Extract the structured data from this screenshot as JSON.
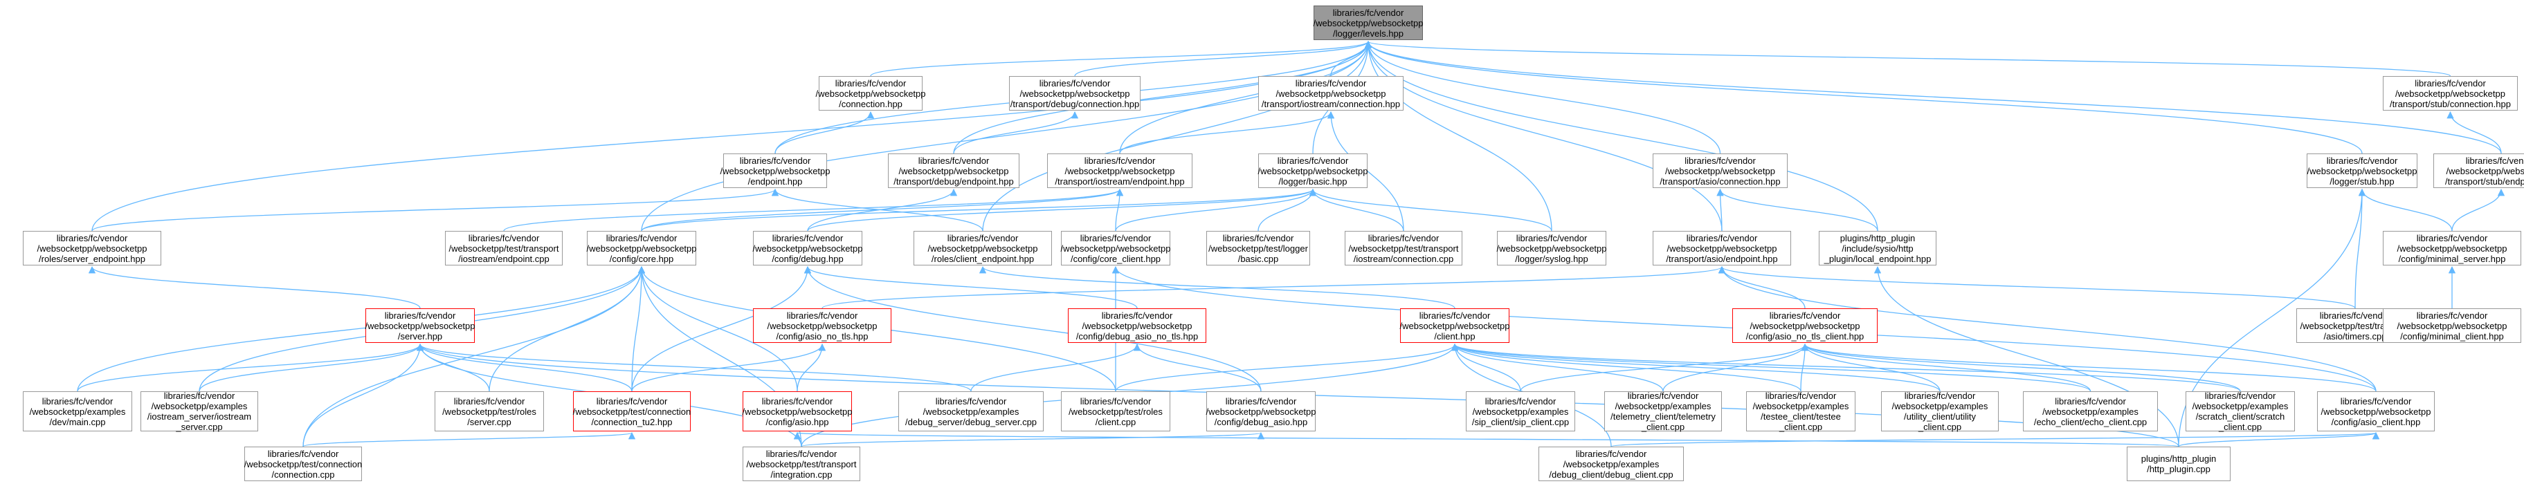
{
  "graph": {
    "edge_color": "#63b8ff",
    "node_fill": "#ffffff",
    "node_border": "#999999",
    "root_fill": "#999999",
    "highlight_border": "#ff0000",
    "nodes": [
      {
        "id": "root",
        "label": "libraries/fc/vendor\n/websocketpp/websocketpp\n/logger/levels.hpp",
        "style": "root"
      },
      {
        "id": "n_connection",
        "label": "libraries/fc/vendor\n/websocketpp/websocketpp\n/connection.hpp",
        "style": "normal"
      },
      {
        "id": "n_tdbgconn",
        "label": "libraries/fc/vendor\n/websocketpp/websocketpp\n/transport/debug/connection.hpp",
        "style": "normal"
      },
      {
        "id": "n_tiosconn",
        "label": "libraries/fc/vendor\n/websocketpp/websocketpp\n/transport/iostream/connection.hpp",
        "style": "normal"
      },
      {
        "id": "n_tstubconn",
        "label": "libraries/fc/vendor\n/websocketpp/websocketpp\n/transport/stub/connection.hpp",
        "style": "normal"
      },
      {
        "id": "n_endpoint",
        "label": "libraries/fc/vendor\n/websocketpp/websocketpp\n/endpoint.hpp",
        "style": "normal"
      },
      {
        "id": "n_tdbgend",
        "label": "libraries/fc/vendor\n/websocketpp/websocketpp\n/transport/debug/endpoint.hpp",
        "style": "normal"
      },
      {
        "id": "n_tiosend",
        "label": "libraries/fc/vendor\n/websocketpp/websocketpp\n/transport/iostream/endpoint.hpp",
        "style": "normal"
      },
      {
        "id": "n_logbasic",
        "label": "libraries/fc/vendor\n/websocketpp/websocketpp\n/logger/basic.hpp",
        "style": "normal"
      },
      {
        "id": "n_tasioconn",
        "label": "libraries/fc/vendor\n/websocketpp/websocketpp\n/transport/asio/connection.hpp",
        "style": "normal"
      },
      {
        "id": "n_logstub",
        "label": "libraries/fc/vendor\n/websocketpp/websocketpp\n/logger/stub.hpp",
        "style": "normal"
      },
      {
        "id": "n_tstubend",
        "label": "libraries/fc/vendor\n/websocketpp/websocketpp\n/transport/stub/endpoint.hpp",
        "style": "normal"
      },
      {
        "id": "n_serverend",
        "label": "libraries/fc/vendor\n/websocketpp/websocketpp\n/roles/server_endpoint.hpp",
        "style": "normal"
      },
      {
        "id": "n_testtiosend",
        "label": "libraries/fc/vendor\n/websocketpp/test/transport\n/iostream/endpoint.cpp",
        "style": "normal"
      },
      {
        "id": "n_cfgcore",
        "label": "libraries/fc/vendor\n/websocketpp/websocketpp\n/config/core.hpp",
        "style": "normal"
      },
      {
        "id": "n_cfgdebug",
        "label": "libraries/fc/vendor\n/websocketpp/websocketpp\n/config/debug.hpp",
        "style": "normal"
      },
      {
        "id": "n_clientend",
        "label": "libraries/fc/vendor\n/websocketpp/websocketpp\n/roles/client_endpoint.hpp",
        "style": "normal"
      },
      {
        "id": "n_cfgcoreclient",
        "label": "libraries/fc/vendor\n/websocketpp/websocketpp\n/config/core_client.hpp",
        "style": "normal"
      },
      {
        "id": "n_testlogbasic",
        "label": "libraries/fc/vendor\n/websocketpp/test/logger\n/basic.cpp",
        "style": "normal"
      },
      {
        "id": "n_testtiosconn",
        "label": "libraries/fc/vendor\n/websocketpp/test/transport\n/iostream/connection.cpp",
        "style": "normal"
      },
      {
        "id": "n_logsyslog",
        "label": "libraries/fc/vendor\n/websocketpp/websocketpp\n/logger/syslog.hpp",
        "style": "normal"
      },
      {
        "id": "n_tasioend",
        "label": "libraries/fc/vendor\n/websocketpp/websocketpp\n/transport/asio/endpoint.hpp",
        "style": "normal"
      },
      {
        "id": "n_httpplugin",
        "label": "plugins/http_plugin\n/include/sysio/http\n_plugin/local_endpoint.hpp",
        "style": "normal"
      },
      {
        "id": "n_cfgminserver",
        "label": "libraries/fc/vendor\n/websocketpp/websocketpp\n/config/minimal_server.hpp",
        "style": "normal"
      },
      {
        "id": "n_server",
        "label": "libraries/fc/vendor\n/websocketpp/websocketpp\n/server.hpp",
        "style": "red"
      },
      {
        "id": "n_cfgasionotls",
        "label": "libraries/fc/vendor\n/websocketpp/websocketpp\n/config/asio_no_tls.hpp",
        "style": "red"
      },
      {
        "id": "n_cfgdbgasionotls",
        "label": "libraries/fc/vendor\n/websocketpp/websocketpp\n/config/debug_asio_no_tls.hpp",
        "style": "red"
      },
      {
        "id": "n_client",
        "label": "libraries/fc/vendor\n/websocketpp/websocketpp\n/client.hpp",
        "style": "red"
      },
      {
        "id": "n_cfgasionotlsclient",
        "label": "libraries/fc/vendor\n/websocketpp/websocketpp\n/config/asio_no_tls_client.hpp",
        "style": "red"
      },
      {
        "id": "n_testtasiotimers",
        "label": "libraries/fc/vendor\n/websocketpp/test/transport\n/asio/timers.cpp",
        "style": "normal"
      },
      {
        "id": "n_cfgminclient",
        "label": "libraries/fc/vendor\n/websocketpp/websocketpp\n/config/minimal_client.hpp",
        "style": "normal"
      },
      {
        "id": "n_exdevmain",
        "label": "libraries/fc/vendor\n/websocketpp/examples\n/dev/main.cpp",
        "style": "normal"
      },
      {
        "id": "n_exiosserver",
        "label": "libraries/fc/vendor\n/websocketpp/examples\n/iostream_server/iostream\n_server.cpp",
        "style": "normal"
      },
      {
        "id": "n_testrolesserver",
        "label": "libraries/fc/vendor\n/websocketpp/test/roles\n/server.cpp",
        "style": "normal"
      },
      {
        "id": "n_testconntu2",
        "label": "libraries/fc/vendor\n/websocketpp/test/connection\n/connection_tu2.hpp",
        "style": "red"
      },
      {
        "id": "n_cfgasio",
        "label": "libraries/fc/vendor\n/websocketpp/websocketpp\n/config/asio.hpp",
        "style": "red"
      },
      {
        "id": "n_exdbgserver",
        "label": "libraries/fc/vendor\n/websocketpp/examples\n/debug_server/debug_server.cpp",
        "style": "normal"
      },
      {
        "id": "n_testrolesclient",
        "label": "libraries/fc/vendor\n/websocketpp/test/roles\n/client.cpp",
        "style": "normal"
      },
      {
        "id": "n_cfgdbgasio",
        "label": "libraries/fc/vendor\n/websocketpp/websocketpp\n/config/debug_asio.hpp",
        "style": "normal"
      },
      {
        "id": "n_exsipclient",
        "label": "libraries/fc/vendor\n/websocketpp/examples\n/sip_client/sip_client.cpp",
        "style": "normal"
      },
      {
        "id": "n_extelemetry",
        "label": "libraries/fc/vendor\n/websocketpp/examples\n/telemetry_client/telemetry\n_client.cpp",
        "style": "normal"
      },
      {
        "id": "n_extestee",
        "label": "libraries/fc/vendor\n/websocketpp/examples\n/testee_client/testee\n_client.cpp",
        "style": "normal"
      },
      {
        "id": "n_exutility",
        "label": "libraries/fc/vendor\n/websocketpp/examples\n/utility_client/utility\n_client.cpp",
        "style": "normal"
      },
      {
        "id": "n_execho",
        "label": "libraries/fc/vendor\n/websocketpp/examples\n/echo_client/echo_client.cpp",
        "style": "normal"
      },
      {
        "id": "n_exscratch",
        "label": "libraries/fc/vendor\n/websocketpp/examples\n/scratch_client/scratch\n_client.cpp",
        "style": "normal"
      },
      {
        "id": "n_cfgasioclient",
        "label": "libraries/fc/vendor\n/websocketpp/websocketpp\n/config/asio_client.hpp",
        "style": "normal"
      },
      {
        "id": "n_testconnconn",
        "label": "libraries/fc/vendor\n/websocketpp/test/connection\n/connection.cpp",
        "style": "normal"
      },
      {
        "id": "n_testtransinteg",
        "label": "libraries/fc/vendor\n/websocketpp/test/transport\n/integration.cpp",
        "style": "normal"
      },
      {
        "id": "n_exdbgclient",
        "label": "libraries/fc/vendor\n/websocketpp/examples\n/debug_client/debug_client.cpp",
        "style": "normal"
      },
      {
        "id": "n_httppluginCpp",
        "label": "plugins/http_plugin\n/http_plugin.cpp",
        "style": "normal"
      }
    ],
    "edges": [
      [
        "n_connection",
        "root"
      ],
      [
        "n_tdbgconn",
        "root"
      ],
      [
        "n_tiosconn",
        "root"
      ],
      [
        "n_tstubconn",
        "root"
      ],
      [
        "n_endpoint",
        "root"
      ],
      [
        "n_tdbgend",
        "root"
      ],
      [
        "n_tiosend",
        "root"
      ],
      [
        "n_logbasic",
        "root"
      ],
      [
        "n_tasioconn",
        "root"
      ],
      [
        "n_logstub",
        "root"
      ],
      [
        "n_tstubend",
        "root"
      ],
      [
        "n_serverend",
        "root"
      ],
      [
        "n_tasioend",
        "root"
      ],
      [
        "n_httpplugin",
        "root"
      ],
      [
        "n_logsyslog",
        "root"
      ],
      [
        "n_clientend",
        "root"
      ],
      [
        "n_cfgcore",
        "root"
      ],
      [
        "n_endpoint",
        "n_connection"
      ],
      [
        "n_tdbgend",
        "n_tdbgconn"
      ],
      [
        "n_tiosend",
        "n_tiosconn"
      ],
      [
        "n_testtiosconn",
        "n_tiosconn"
      ],
      [
        "n_tstubend",
        "n_tstubconn"
      ],
      [
        "n_serverend",
        "n_endpoint"
      ],
      [
        "n_clientend",
        "n_endpoint"
      ],
      [
        "n_cfgdebug",
        "n_tdbgend"
      ],
      [
        "n_cfgcore",
        "n_tiosend"
      ],
      [
        "n_cfgcoreclient",
        "n_tiosend"
      ],
      [
        "n_testtiosend",
        "n_tiosend"
      ],
      [
        "n_cfgcore",
        "n_logbasic"
      ],
      [
        "n_cfgdebug",
        "n_logbasic"
      ],
      [
        "n_cfgcoreclient",
        "n_logbasic"
      ],
      [
        "n_testlogbasic",
        "n_logbasic"
      ],
      [
        "n_testtiosconn",
        "n_logbasic"
      ],
      [
        "n_logsyslog",
        "n_logbasic"
      ],
      [
        "n_tasioend",
        "n_tasioconn"
      ],
      [
        "n_httpplugin",
        "n_tasioconn"
      ],
      [
        "n_cfgminserver",
        "n_logstub"
      ],
      [
        "n_testtasiotimers",
        "n_logstub"
      ],
      [
        "n_httppluginCpp",
        "n_logstub"
      ],
      [
        "n_cfgminserver",
        "n_tstubend"
      ],
      [
        "n_cfgminclient",
        "n_cfgminserver"
      ],
      [
        "n_server",
        "n_serverend"
      ],
      [
        "n_client",
        "n_clientend"
      ],
      [
        "n_cfgasionotls",
        "n_tasioend"
      ],
      [
        "n_cfgasionotlsclient",
        "n_tasioend"
      ],
      [
        "n_testtasiotimers",
        "n_tasioend"
      ],
      [
        "n_cfgasioclient",
        "n_tasioend"
      ],
      [
        "n_httppluginCpp",
        "n_httpplugin"
      ],
      [
        "n_exdevmain",
        "n_cfgcore"
      ],
      [
        "n_exiosserver",
        "n_cfgcore"
      ],
      [
        "n_testrolesserver",
        "n_cfgcore"
      ],
      [
        "n_testconntu2",
        "n_cfgcore"
      ],
      [
        "n_cfgasio",
        "n_cfgcore"
      ],
      [
        "n_testconnconn",
        "n_cfgcore"
      ],
      [
        "n_testtransinteg",
        "n_cfgcore"
      ],
      [
        "n_testrolesclient",
        "n_cfgcore"
      ],
      [
        "n_cfgdbgasionotls",
        "n_cfgdebug"
      ],
      [
        "n_cfgdbgasio",
        "n_cfgdebug"
      ],
      [
        "n_testconntu2",
        "n_cfgdebug"
      ],
      [
        "n_testrolesclient",
        "n_cfgcoreclient"
      ],
      [
        "n_cfgasioclient",
        "n_cfgcoreclient"
      ],
      [
        "n_exdevmain",
        "n_server"
      ],
      [
        "n_exiosserver",
        "n_server"
      ],
      [
        "n_testrolesserver",
        "n_server"
      ],
      [
        "n_testconntu2",
        "n_server"
      ],
      [
        "n_exdbgserver",
        "n_server"
      ],
      [
        "n_testtransinteg",
        "n_server"
      ],
      [
        "n_testconnconn",
        "n_server"
      ],
      [
        "n_httppluginCpp",
        "n_server"
      ],
      [
        "n_cfgasio",
        "n_cfgasionotls"
      ],
      [
        "n_testconntu2",
        "n_cfgasionotls"
      ],
      [
        "n_exdbgserver",
        "n_cfgdbgasionotls"
      ],
      [
        "n_cfgdbgasio",
        "n_cfgdbgasionotls"
      ],
      [
        "n_exsipclient",
        "n_client"
      ],
      [
        "n_extelemetry",
        "n_client"
      ],
      [
        "n_extestee",
        "n_client"
      ],
      [
        "n_exutility",
        "n_client"
      ],
      [
        "n_execho",
        "n_client"
      ],
      [
        "n_exscratch",
        "n_client"
      ],
      [
        "n_testrolesclient",
        "n_client"
      ],
      [
        "n_testtransinteg",
        "n_client"
      ],
      [
        "n_exdbgclient",
        "n_client"
      ],
      [
        "n_cfgasioclient",
        "n_cfgasionotlsclient"
      ],
      [
        "n_exsipclient",
        "n_cfgasionotlsclient"
      ],
      [
        "n_extelemetry",
        "n_cfgasionotlsclient"
      ],
      [
        "n_extestee",
        "n_cfgasionotlsclient"
      ],
      [
        "n_exutility",
        "n_cfgasionotlsclient"
      ],
      [
        "n_execho",
        "n_cfgasionotlsclient"
      ],
      [
        "n_exscratch",
        "n_cfgasionotlsclient"
      ],
      [
        "n_testtransinteg",
        "n_cfgasio"
      ],
      [
        "n_httppluginCpp",
        "n_cfgasio"
      ],
      [
        "n_testtransinteg",
        "n_cfgdbgasio"
      ],
      [
        "n_testconnconn",
        "n_testconntu2"
      ],
      [
        "n_exdbgclient",
        "n_cfgasioclient"
      ],
      [
        "n_httppluginCpp",
        "n_cfgasioclient"
      ]
    ]
  }
}
